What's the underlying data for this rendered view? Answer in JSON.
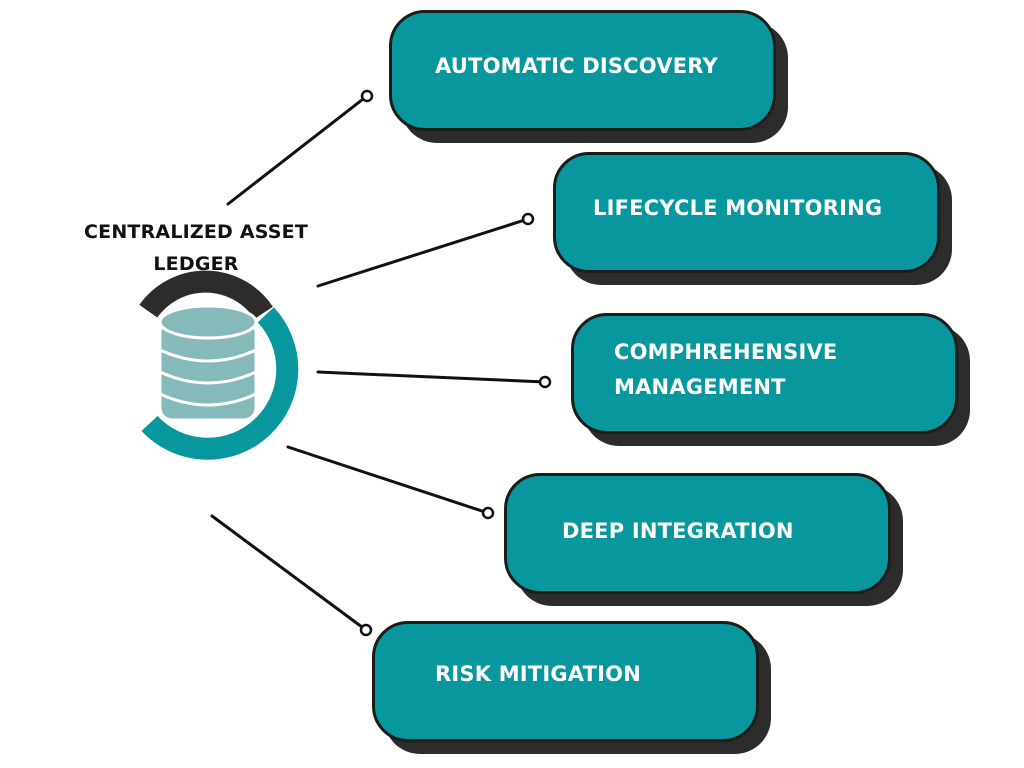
{
  "central": {
    "title_line1": "CENTRALIZED ASSET",
    "title_line2": "LEDGER",
    "icon": "database-icon"
  },
  "nodes": [
    {
      "label": "AUTOMATIC DISCOVERY"
    },
    {
      "label": "LIFECYCLE MONITORING"
    },
    {
      "label_line1": "COMPHREHENSIVE",
      "label_line2": "MANAGEMENT"
    },
    {
      "label": "DEEP INTEGRATION"
    },
    {
      "label": "RISK MITIGATION"
    }
  ],
  "colors": {
    "card_fill": "#07979c",
    "card_shadow": "#2c2c2c",
    "ring_teal": "#07979c",
    "ring_dark": "#2c2c2c",
    "db_fill": "#86b9ba",
    "line": "#111111"
  }
}
